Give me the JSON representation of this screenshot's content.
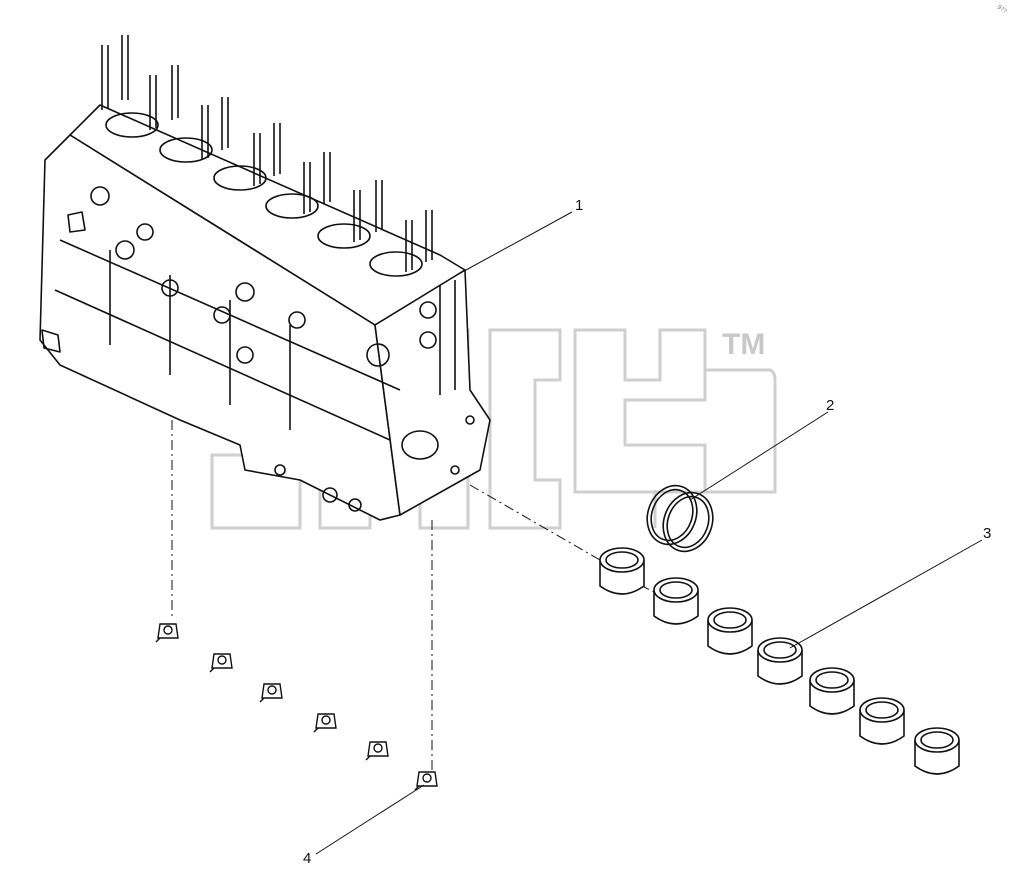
{
  "diagram": {
    "callouts": [
      {
        "id": "1",
        "label": "1"
      },
      {
        "id": "2",
        "label": "2"
      },
      {
        "id": "3",
        "label": "3"
      },
      {
        "id": "4",
        "label": "4"
      }
    ],
    "watermark": {
      "text": "TM"
    },
    "corner_mark": "9??"
  }
}
